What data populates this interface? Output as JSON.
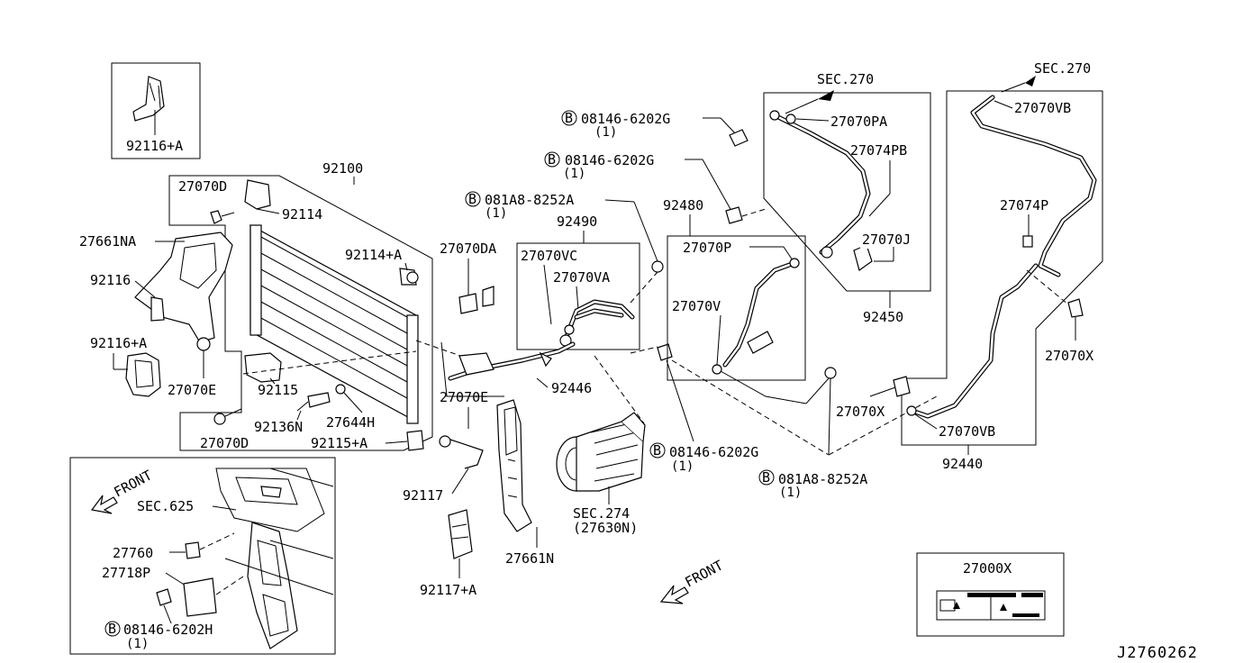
{
  "labels": {
    "p92116A_top": "92116+A",
    "p92100": "92100",
    "p27070D_top": "27070D",
    "p92114": "92114",
    "p27661NA": "27661NA",
    "p92116": "92116",
    "p92116A_left": "92116+A",
    "p27070E_left": "27070E",
    "p92114A": "92114+A",
    "p92115": "92115",
    "p92136N": "92136N",
    "p27644H": "27644H",
    "p27070D_bottom": "27070D",
    "p92115A": "92115+A",
    "p27070DA": "27070DA",
    "p92490": "92490",
    "p27070VC": "27070VC",
    "p27070VA": "27070VA",
    "p92446": "92446",
    "p27070E_mid": "27070E",
    "p92117": "92117",
    "p92117A": "92117+A",
    "p27661N": "27661N",
    "sec274": "SEC.274",
    "sec274_sub": "(27630N)",
    "bolt1": "08146-6202G",
    "bolt1_qty": "(1)",
    "bolt2": "08146-6202G",
    "bolt2_qty": "(1)",
    "bolt3": "081A8-8252A",
    "bolt3_qty": "(1)",
    "bolt4": "08146-6202G",
    "bolt4_qty": "(1)",
    "bolt5": "081A8-8252A",
    "bolt5_qty": "(1)",
    "bolt6": "08146-6202H",
    "bolt6_qty": "(1)",
    "bolt_marker": "B",
    "p92480": "92480",
    "p27070P": "27070P",
    "p27070V": "27070V",
    "sec270_mid": "SEC.270",
    "p27070PA": "27070PA",
    "p27074PB": "27074PB",
    "p27070J": "27070J",
    "p92450": "92450",
    "sec270_right": "SEC.270",
    "p27070VB_top": "27070VB",
    "p27074P": "27074P",
    "p27070X_right": "27070X",
    "p27070X_mid": "27070X",
    "p27070VB_bottom": "27070VB",
    "p92440": "92440",
    "front_inset": "FRONT",
    "front_main": "FRONT",
    "sec625": "SEC.625",
    "p27760": "27760",
    "p27718P": "27718P",
    "p27000X": "27000X",
    "diagram_code": "J2760262"
  }
}
